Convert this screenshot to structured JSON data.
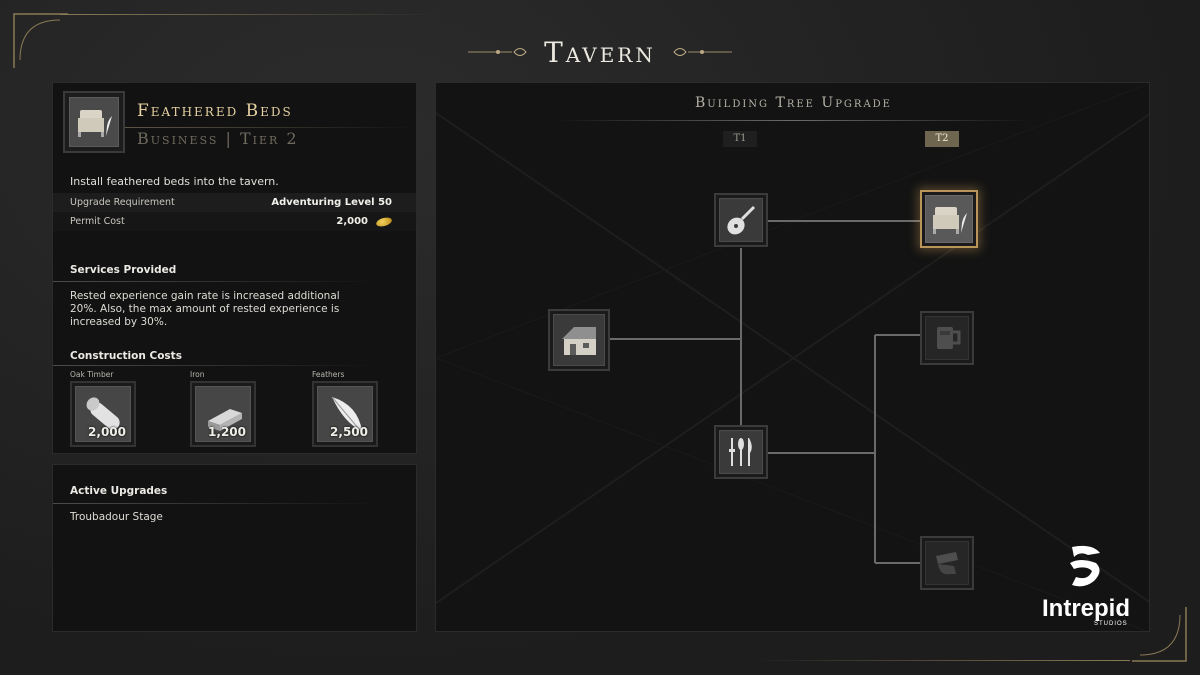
{
  "screen": {
    "title": "Tavern"
  },
  "item": {
    "name": "Feathered Beds",
    "subtitle": "Business | Tier 2",
    "icon": "bed-quill-icon",
    "description": "Install feathered beds into the tavern.",
    "requirements": [
      {
        "key": "Upgrade Requirement",
        "value": "Adventuring Level 50"
      },
      {
        "key": "Permit Cost",
        "value": "2,000",
        "icon": "gold-coin-icon"
      }
    ]
  },
  "services": {
    "title": "Services Provided",
    "text": "Rested experience gain rate is increased additional 20%. Also, the max amount of rested experience is increased by 30%."
  },
  "construction": {
    "title": "Construction Costs",
    "materials": [
      {
        "name": "Oak Timber",
        "qty": "2,000",
        "icon": "timber-log-icon"
      },
      {
        "name": "Iron",
        "qty": "1,200",
        "icon": "iron-ingot-icon"
      },
      {
        "name": "Feathers",
        "qty": "2,500",
        "icon": "feather-icon"
      }
    ]
  },
  "active": {
    "title": "Active Upgrades",
    "items": [
      "Troubadour Stage"
    ]
  },
  "tree": {
    "title": "Building Tree Upgrade",
    "tiers": [
      "T1",
      "T2"
    ],
    "nodes": [
      {
        "id": "base",
        "icon": "tavern-building-icon",
        "state": "owned"
      },
      {
        "id": "t1-stage",
        "icon": "lute-icon",
        "state": "owned"
      },
      {
        "id": "t1-kitchen",
        "icon": "utensils-icon",
        "state": "owned"
      },
      {
        "id": "t2-beds",
        "icon": "bed-quill-icon",
        "state": "selected"
      },
      {
        "id": "t2-mug",
        "icon": "mug-icon",
        "state": "locked"
      },
      {
        "id": "t2-pot",
        "icon": "cooking-pot-icon",
        "state": "locked"
      }
    ]
  },
  "logo": {
    "name": "Intrepid",
    "sub": "STUDIOS"
  },
  "colors": {
    "accent_gold": "#e6d2a2",
    "selected_border": "#b9955a",
    "tier_active": "#6f6650"
  }
}
